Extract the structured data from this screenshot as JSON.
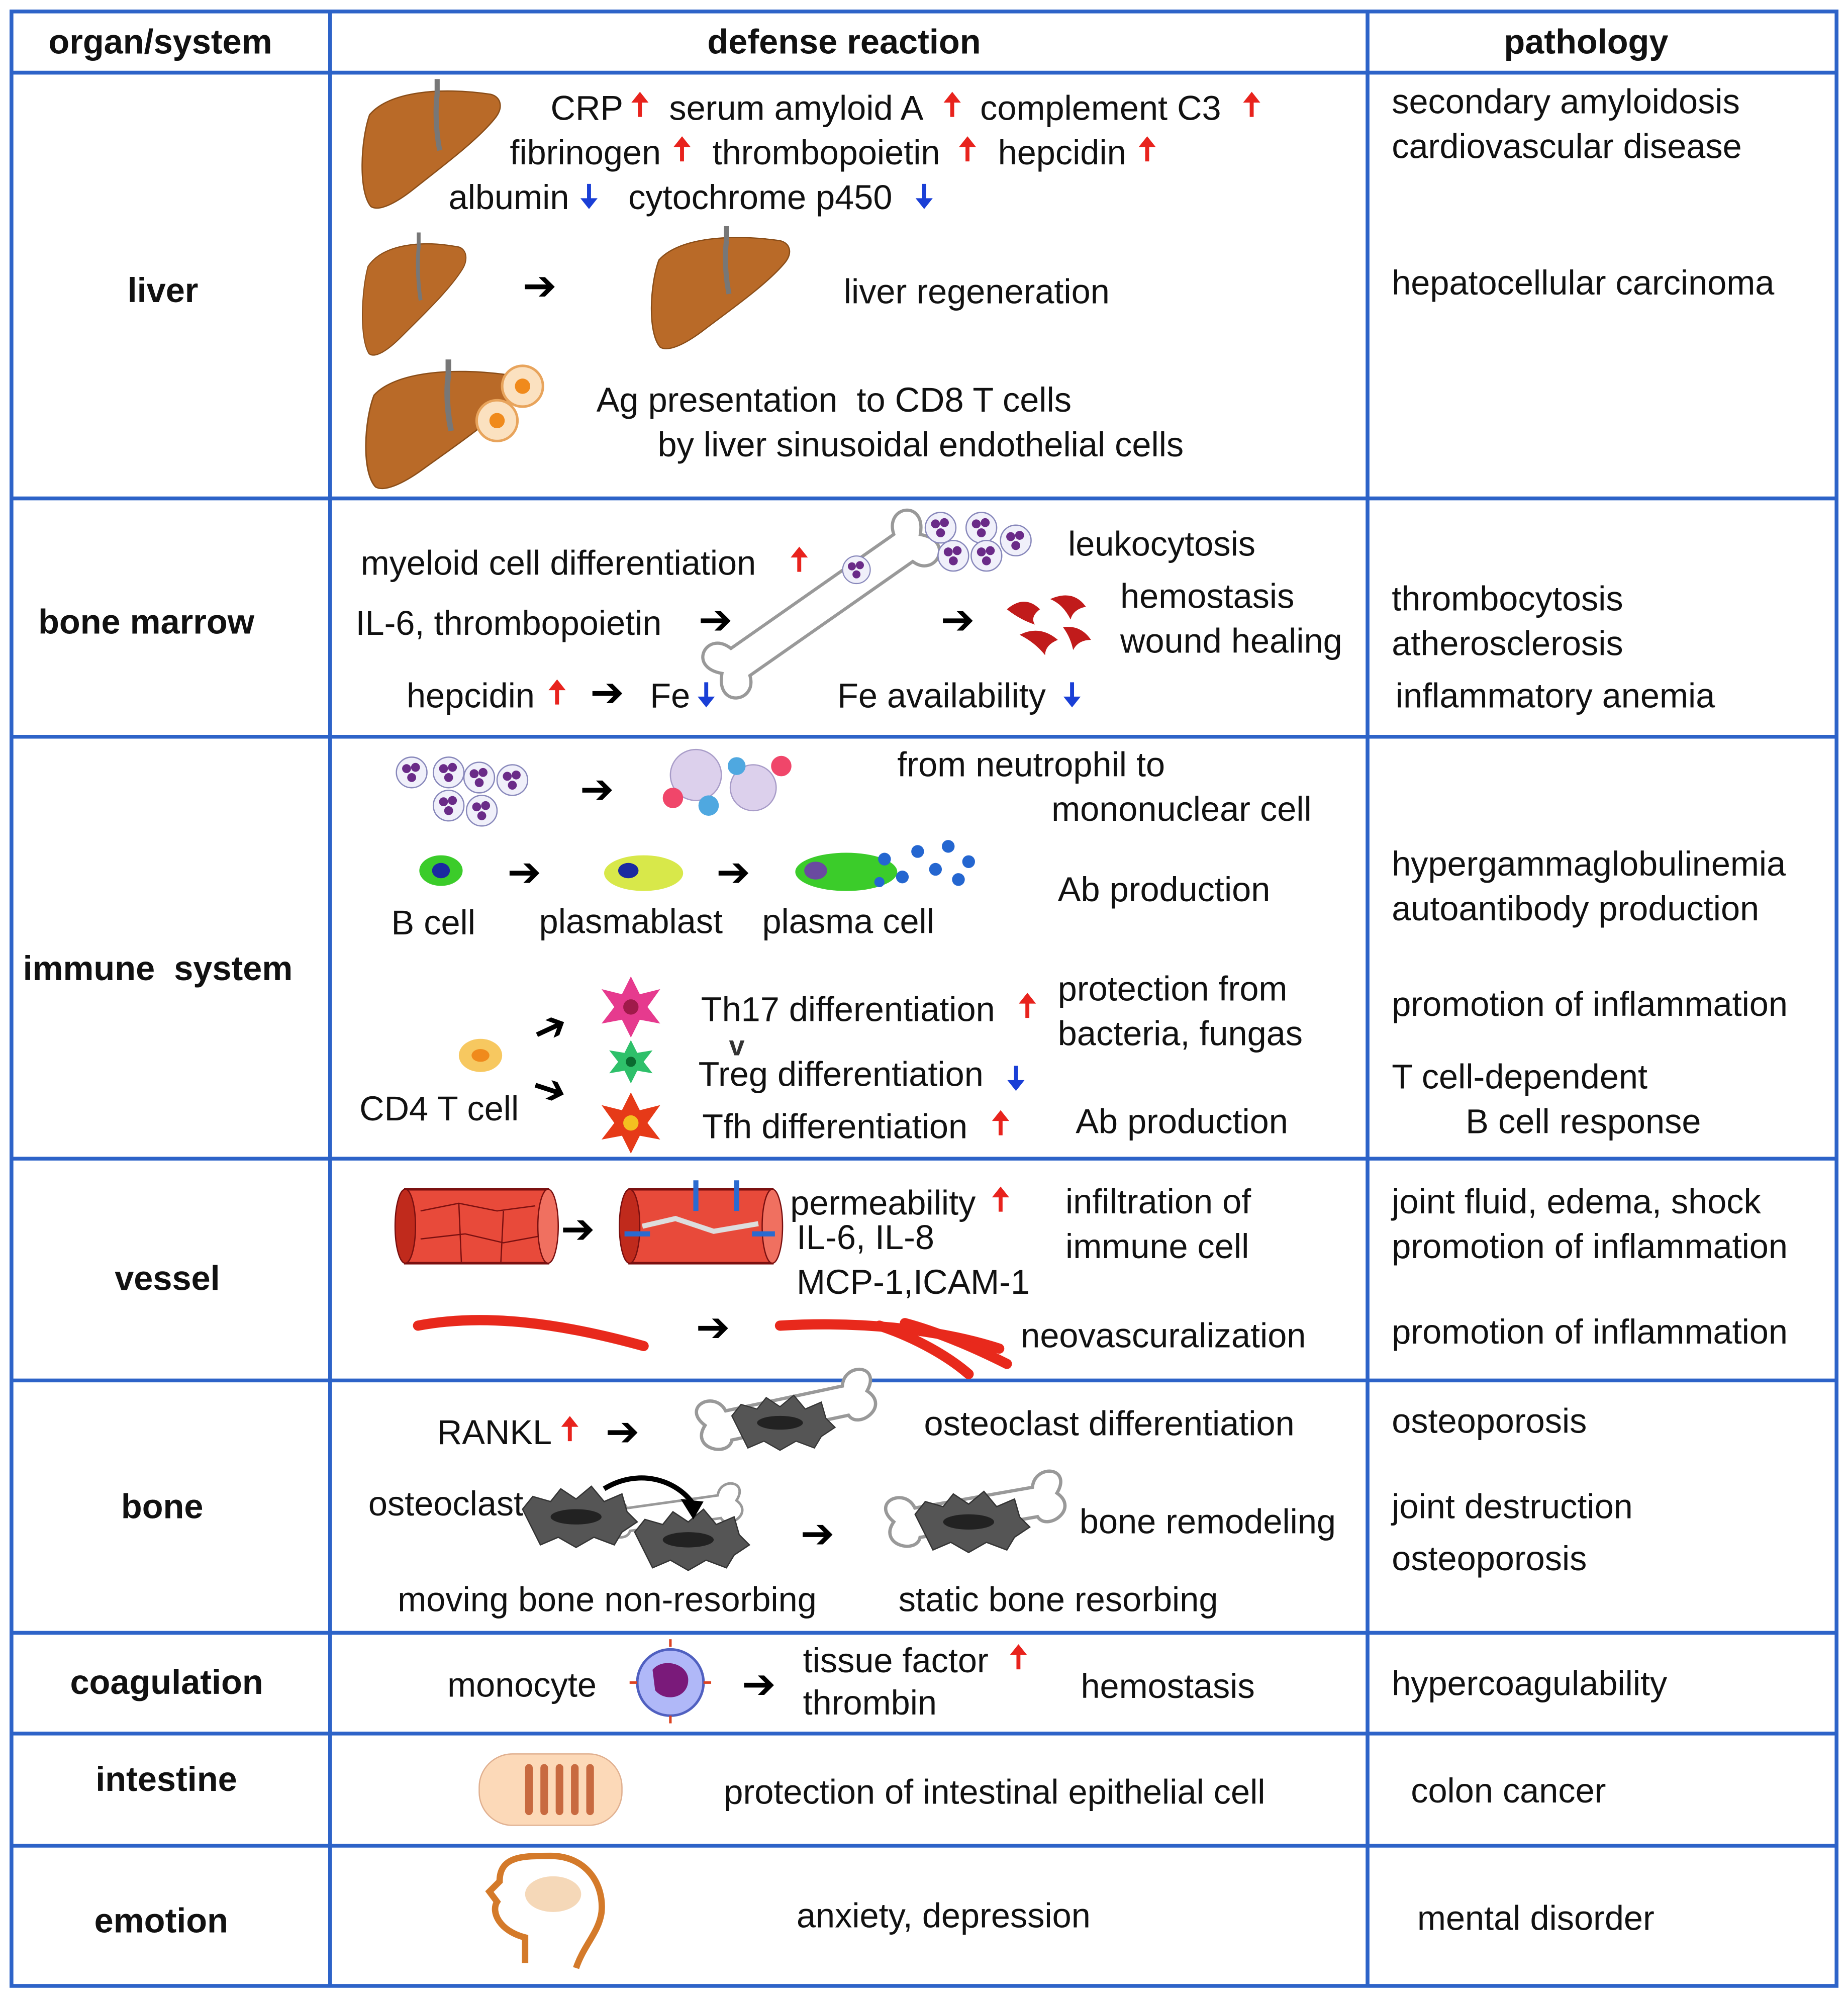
{
  "headers": {
    "organ": "organ/system",
    "defense": "defense reaction",
    "pathology": "pathology"
  },
  "organs": [
    "liver",
    "bone marrow",
    "immune  system",
    "vessel",
    "bone",
    "coagulation",
    "intestine",
    "emotion"
  ],
  "liver": {
    "crp": "CRP",
    "saa": "serum amyloid A",
    "c3": "complement C3",
    "fib": "fibrinogen",
    "tpo": "thrombopoietin",
    "hep": "hepcidin",
    "alb": "albumin",
    "cyp": "cytochrome p450",
    "regen": "liver regeneration",
    "ag1": "Ag presentation  to CD8 T cells",
    "ag2": "by liver sinusoidal endothelial cells",
    "path1": "secondary amyloidosis",
    "path2": "cardiovascular disease",
    "path3": "hepatocellular carcinoma"
  },
  "marrow": {
    "myeloid": "myeloid cell differentiation",
    "il6": "IL-6, thrombopoietin",
    "hep": "hepcidin",
    "fe": "Fe",
    "fe_avail": "Fe availability",
    "leuko": "leukocytosis",
    "hemo": "hemostasis",
    "wound": "wound healing",
    "path1": "thrombocytosis",
    "path2": "atherosclerosis",
    "path3": "inflammatory anemia"
  },
  "immune": {
    "neut1": "from neutrophil to",
    "neut2": "mononuclear cell",
    "bcell": "B cell",
    "plasmablast": "plasmablast",
    "plasma": "plasma cell",
    "ab": "Ab production",
    "cd4": "CD4 T cell",
    "th17": "Th17 differentiation",
    "treg": "Treg differentiation",
    "tfh": "Tfh differentiation",
    "prot1": "protection from",
    "prot2": "bacteria, fungas",
    "ab2": "Ab production",
    "path1": "hypergammaglobulinemia",
    "path2": "autoantibody production",
    "path3": "promotion of inflammation",
    "path4": "T cell-dependent",
    "path5": "B cell response"
  },
  "vessel": {
    "perm": "permeability",
    "il": "IL-6, IL-8",
    "mcp": "MCP-1,ICAM-1",
    "inf1": "infiltration of",
    "inf2": "immune cell",
    "neo": "neovascuralization",
    "path1": "joint fluid, edema, shock",
    "path2": "promotion of inflammation",
    "path3": "promotion of inflammation"
  },
  "bone": {
    "rankl": "RANKL",
    "ocdiff": "osteoclast differentiation",
    "oc": "osteoclast",
    "moving": "moving bone non-resorbing",
    "static": "static bone resorbing",
    "remodel": "bone remodeling",
    "path1": "osteoporosis",
    "path2": "joint destruction",
    "path3": "osteoporosis"
  },
  "coag": {
    "mono": "monocyte",
    "tf": "tissue factor",
    "thr": "thrombin",
    "hemo": "hemostasis",
    "path": "hypercoagulability"
  },
  "intestine": {
    "prot": "protection of intestinal epithelial cell",
    "path": "colon cancer"
  },
  "emotion": {
    "anx": "anxiety, depression",
    "path": "mental disorder"
  },
  "arrows": {
    "up": "🠅",
    "down": "🠇",
    "right": "➔"
  },
  "colors": {
    "grid": "#2d63c8",
    "up": "#e8231d",
    "down": "#1a3fd6",
    "liver": "#b96a28",
    "vessel": "#e8291c"
  }
}
